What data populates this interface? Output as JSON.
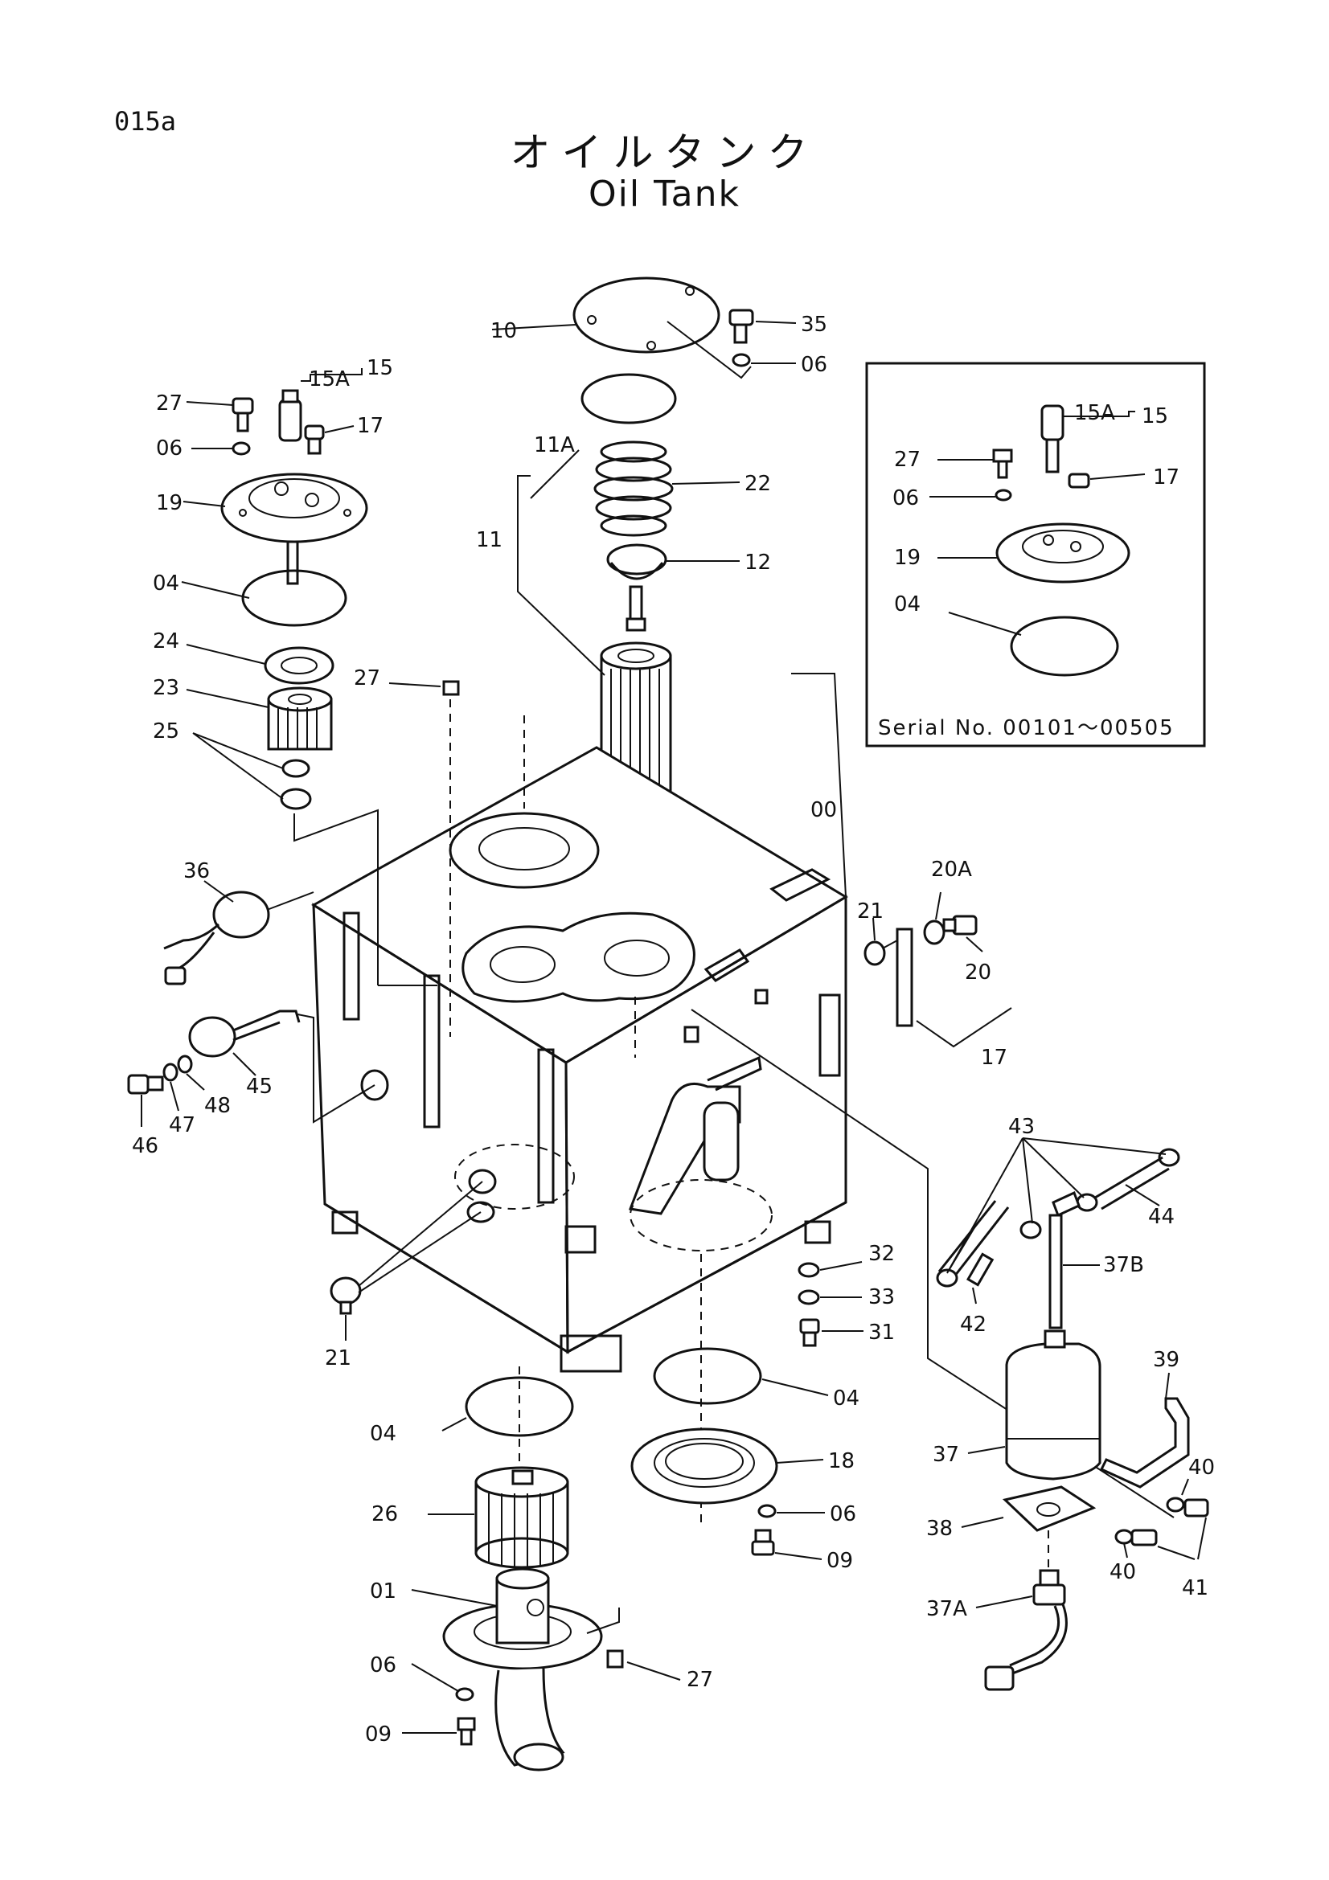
{
  "page": {
    "code": "015a"
  },
  "title": {
    "ja": "オイルタンク",
    "en": "Oil Tank"
  },
  "inset": {
    "serial_range": "Serial No. 00101〜00505"
  },
  "callouts": [
    {
      "id": "c-10",
      "label": "10"
    },
    {
      "id": "c-35",
      "label": "35"
    },
    {
      "id": "c-06a",
      "label": "06"
    },
    {
      "id": "c-15a",
      "label": "15A"
    },
    {
      "id": "c-15",
      "label": "15"
    },
    {
      "id": "c-27a",
      "label": "27"
    },
    {
      "id": "c-17a",
      "label": "17"
    },
    {
      "id": "c-06b",
      "label": "06"
    },
    {
      "id": "c-19",
      "label": "19"
    },
    {
      "id": "c-04a",
      "label": "04"
    },
    {
      "id": "c-24",
      "label": "24"
    },
    {
      "id": "c-23",
      "label": "23"
    },
    {
      "id": "c-25",
      "label": "25"
    },
    {
      "id": "c-11a",
      "label": "11A"
    },
    {
      "id": "c-11",
      "label": "11"
    },
    {
      "id": "c-22",
      "label": "22"
    },
    {
      "id": "c-12",
      "label": "12"
    },
    {
      "id": "c-27b",
      "label": "27"
    },
    {
      "id": "c-00",
      "label": "00"
    },
    {
      "id": "c-36",
      "label": "36"
    },
    {
      "id": "c-45",
      "label": "45"
    },
    {
      "id": "c-46",
      "label": "46"
    },
    {
      "id": "c-47",
      "label": "47"
    },
    {
      "id": "c-48",
      "label": "48"
    },
    {
      "id": "c-21a",
      "label": "21"
    },
    {
      "id": "c-21b",
      "label": "21"
    },
    {
      "id": "c-20a",
      "label": "20A"
    },
    {
      "id": "c-20",
      "label": "20"
    },
    {
      "id": "c-17b",
      "label": "17"
    },
    {
      "id": "c-32",
      "label": "32"
    },
    {
      "id": "c-33",
      "label": "33"
    },
    {
      "id": "c-31",
      "label": "31"
    },
    {
      "id": "c-04b",
      "label": "04"
    },
    {
      "id": "c-04c",
      "label": "04"
    },
    {
      "id": "c-18",
      "label": "18"
    },
    {
      "id": "c-26",
      "label": "26"
    },
    {
      "id": "c-06c",
      "label": "06"
    },
    {
      "id": "c-09a",
      "label": "09"
    },
    {
      "id": "c-01",
      "label": "01"
    },
    {
      "id": "c-06d",
      "label": "06"
    },
    {
      "id": "c-27c",
      "label": "27"
    },
    {
      "id": "c-09b",
      "label": "09"
    },
    {
      "id": "c-43",
      "label": "43"
    },
    {
      "id": "c-44",
      "label": "44"
    },
    {
      "id": "c-42",
      "label": "42"
    },
    {
      "id": "c-37b",
      "label": "37B"
    },
    {
      "id": "c-39",
      "label": "39"
    },
    {
      "id": "c-37",
      "label": "37"
    },
    {
      "id": "c-40a",
      "label": "40"
    },
    {
      "id": "c-40b",
      "label": "40"
    },
    {
      "id": "c-38",
      "label": "38"
    },
    {
      "id": "c-41",
      "label": "41"
    },
    {
      "id": "c-37a",
      "label": "37A"
    },
    {
      "id": "i-15a",
      "label": "15A"
    },
    {
      "id": "i-15",
      "label": "15"
    },
    {
      "id": "i-27",
      "label": "27"
    },
    {
      "id": "i-17",
      "label": "17"
    },
    {
      "id": "i-06",
      "label": "06"
    },
    {
      "id": "i-19",
      "label": "19"
    },
    {
      "id": "i-04",
      "label": "04"
    }
  ]
}
